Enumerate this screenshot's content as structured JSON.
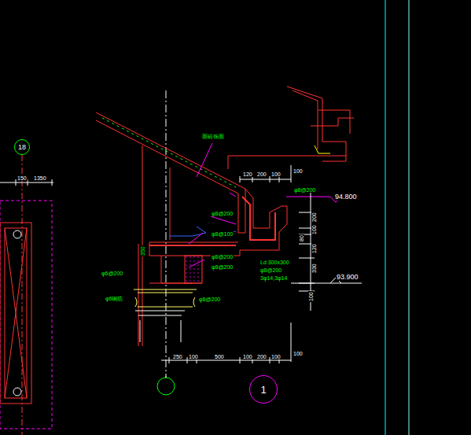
{
  "diagram": {
    "nodes": [
      {
        "text": [
          "18"
        ]
      },
      {
        "text": [
          "1"
        ]
      }
    ],
    "labels": [
      "150",
      "1350",
      "面砖饰面",
      "120",
      "200",
      "100",
      "100",
      "φ8@200",
      "94.800",
      "φ8@200",
      "φ8@100",
      "φ8@200",
      "φ8@200",
      "Ld 300x300",
      "φ8@200",
      "3φ14,3φ14",
      "350",
      "φ6@200",
      "φ6钢筋",
      "φ8@200",
      "200",
      "100",
      "80",
      "120",
      "330",
      "93.900",
      "100",
      "250",
      "100",
      "500",
      "100",
      "200",
      "100",
      "100"
    ]
  }
}
